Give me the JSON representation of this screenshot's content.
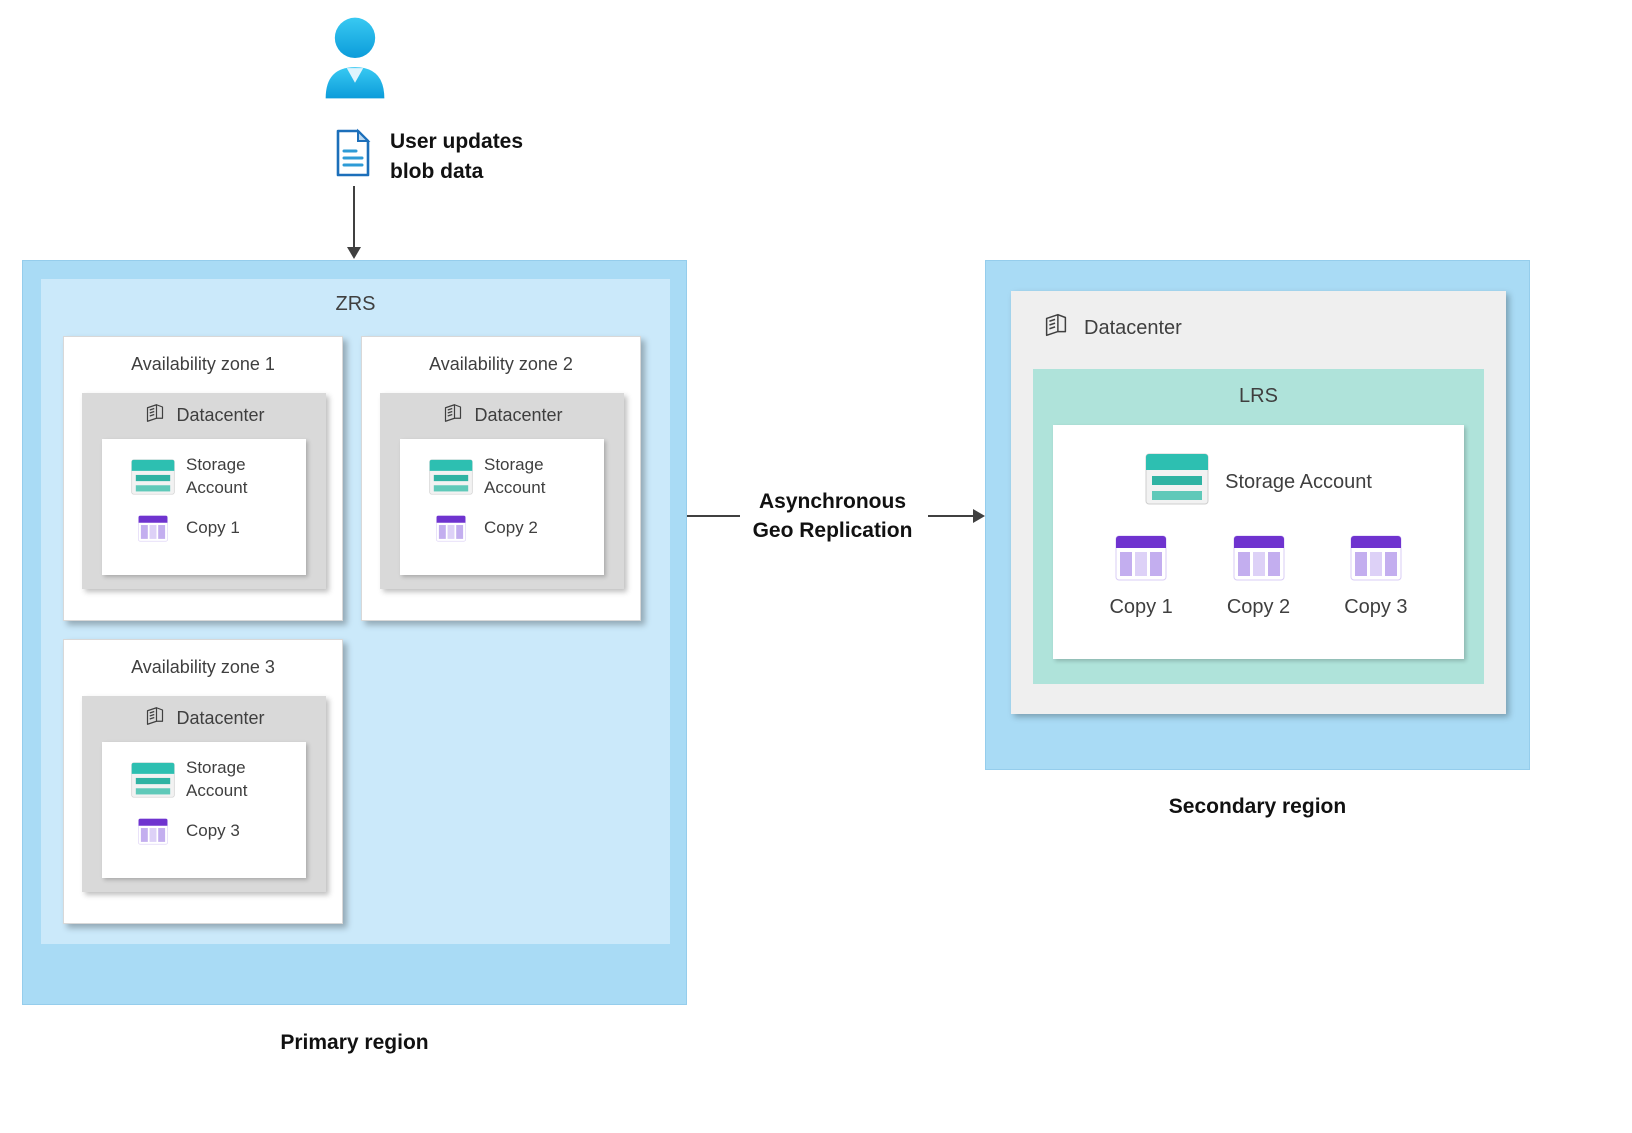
{
  "user_flow": {
    "label": "User updates blob data"
  },
  "primary_region": {
    "label": "Primary region",
    "zrs_label": "ZRS",
    "zones": [
      {
        "title": "Availability zone 1",
        "datacenter_label": "Datacenter",
        "storage_label": "Storage Account",
        "copy_label": "Copy 1"
      },
      {
        "title": "Availability zone 2",
        "datacenter_label": "Datacenter",
        "storage_label": "Storage Account",
        "copy_label": "Copy 2"
      },
      {
        "title": "Availability zone 3",
        "datacenter_label": "Datacenter",
        "storage_label": "Storage Account",
        "copy_label": "Copy 3"
      }
    ]
  },
  "replication": {
    "label": "Asynchronous Geo Replication"
  },
  "secondary_region": {
    "label": "Secondary region",
    "datacenter_label": "Datacenter",
    "lrs_label": "LRS",
    "storage_label": "Storage Account",
    "copies": [
      "Copy 1",
      "Copy 2",
      "Copy 3"
    ]
  },
  "icons": {
    "user": "user-person-icon",
    "document": "blob-document-icon",
    "datacenter": "datacenter-building-icon",
    "storage": "storage-account-icon",
    "copy": "table-copy-icon"
  },
  "colors": {
    "region_fill": "#a9dbf5",
    "zrs_fill": "#cbe9fa",
    "lrs_fill": "#afe3da",
    "zone_datacenter_gray": "#d9d9d9",
    "secondary_datacenter_gray": "#efefef",
    "storage_teal": "#2dbfb1",
    "copy_purple": "#6f33cf",
    "user_cyan": "#1aaee4",
    "arrow": "#404040",
    "text": "#3f3f3f",
    "bold_text": "#111111"
  }
}
